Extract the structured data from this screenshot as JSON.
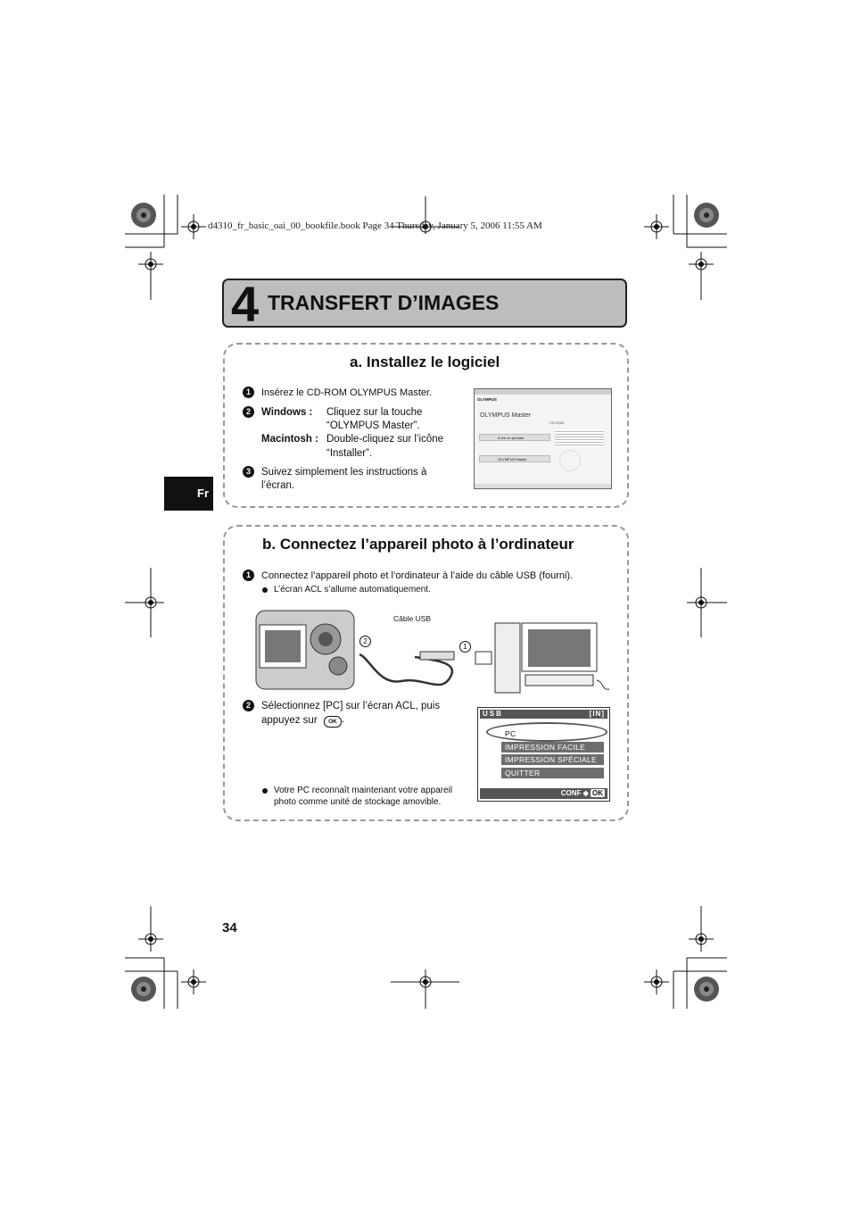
{
  "header": {
    "print_line": "d4310_fr_basic_oai_00_bookfile.book  Page 34  Thursday, January 5, 2006  11:55 AM"
  },
  "chapter": {
    "number": "4",
    "title": "TRANSFERT D’IMAGES"
  },
  "side_tab": {
    "label": "Fr"
  },
  "section_a": {
    "title": "a. Installez le logiciel",
    "step1": {
      "num": "1",
      "text": "Insérez le CD-ROM OLYMPUS Master."
    },
    "step2": {
      "num": "2",
      "windows_label": "Windows :",
      "windows_text_1": "Cliquez sur la touche",
      "windows_text_2": "“OLYMPUS Master”.",
      "mac_label": "Macintosh :",
      "mac_text_1": "Double-cliquez sur l’icône",
      "mac_text_2": "“Installer”."
    },
    "step3": {
      "num": "3",
      "text_1": "Suivez simplement les instructions à",
      "text_2": "l’écran."
    },
    "screenshot": {
      "brand": "OLYMPUS",
      "product": "OLYMPUS Master",
      "subtitle": "CD-ROM",
      "button_1": "À lire en premier",
      "button_2": "OLYMPUS Master"
    }
  },
  "section_b": {
    "title": "b. Connectez l’appareil photo à l’ordinateur",
    "step1": {
      "num": "1",
      "text": "Connectez l’appareil photo et l’ordinateur à l’aide du câble USB (fourni).",
      "bullet": "L’écran ACL s’allume automatiquement."
    },
    "illustration": {
      "cable_label": "Câble USB",
      "marker_1": "1",
      "marker_2": "2"
    },
    "step2": {
      "num": "2",
      "text_1": "Sélectionnez [PC] sur l’écran ACL, puis",
      "text_2": "appuyez sur",
      "ok_icon": "OK",
      "bullet_1": "Votre PC reconnaît maintenant votre appareil",
      "bullet_2": "photo comme unité de stockage amovible."
    },
    "lcd": {
      "title": "USB",
      "mode": "[IN]",
      "options": [
        "PC",
        "IMPRESSION FACILE",
        "IMPRESSION SPÉCIALE",
        "QUITTER"
      ],
      "footer": "CONF",
      "footer_ok": "OK"
    }
  },
  "page_number": "34"
}
